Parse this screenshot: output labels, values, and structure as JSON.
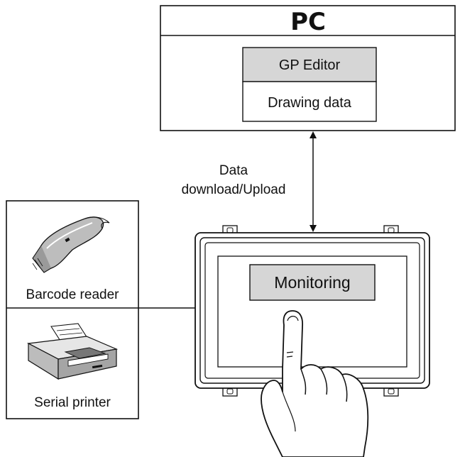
{
  "pc": {
    "title": "PC",
    "editor_label": "GP Editor",
    "drawing_label": "Drawing data"
  },
  "link": {
    "line1": "Data",
    "line2": "download/Upload"
  },
  "hmi": {
    "screen_label": "Monitoring"
  },
  "devices": {
    "barcode_label": "Barcode reader",
    "printer_label": "Serial printer"
  },
  "colors": {
    "line": "#111111",
    "highlight_fill": "#d6d6d6",
    "background": "#ffffff"
  }
}
